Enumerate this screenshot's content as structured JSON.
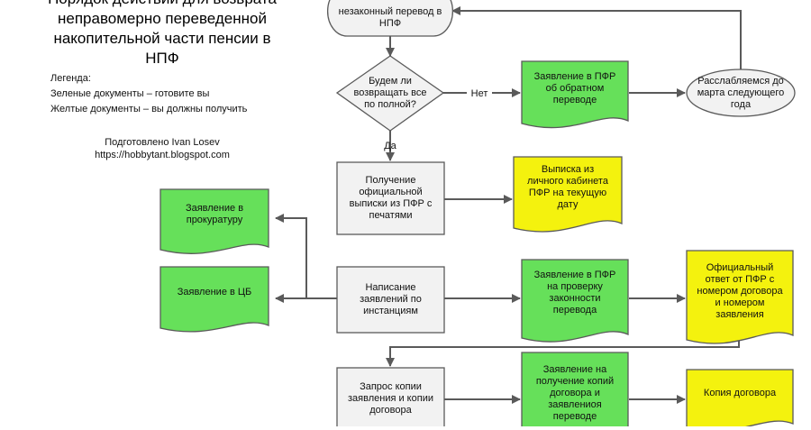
{
  "title": {
    "lines": [
      "Порядок действий для возврата",
      "неправомерно переведенной",
      "накопительной части пенсии в",
      "НПФ"
    ]
  },
  "legend": {
    "heading": "Легенда:",
    "green": "Зеленые документы – готовите вы",
    "yellow": "Желтые документы – вы должны получить"
  },
  "credit": {
    "line1": "Подготовлено Ivan Losev",
    "line2": "https://hobbytant.blogspot.com"
  },
  "colors": {
    "green": "#66e05a",
    "yellow": "#f4f20e",
    "process": "#f2f2f2",
    "terminator": "#f2f2f2",
    "line": "#5a5a5a"
  },
  "nodes": {
    "start": "незаконный перевод в\nНПФ",
    "decision": "Будем ли\nвозвращать все\nпо полной?",
    "doc_pfr_return": "Заявление в ПФР\nоб обратном\nпереводе",
    "relax": "Расслабляемся до\nмарта следующего\nгода",
    "get_statement": "Получение\nофициальной\nвыписки из ПФР с\nпечатями",
    "statement_cabinet": "Выписка из\nличного кабинета\nПФР на текущую\nдату",
    "doc_prosecutor": "Заявление в\nпрокуратуру",
    "doc_cb": "Заявление в ЦБ",
    "write_applications": "Написание\nзаявлений по\nинстанциям",
    "doc_pfr_check": "Заявление в ПФР\nна проверку\nзаконности\nперевода",
    "official_answer": "Официальный\nответ от ПФР с\nномером договора\nи номером\nзаявления",
    "request_copies": "Запрос копии\nзаявления и копии\nдоговора",
    "doc_get_copies": "Заявление на\nполучение копий\nдоговора и\nзаявлениоя\nпереводе",
    "contract_copy": "Копия договора"
  },
  "edges": {
    "no": "Нет",
    "yes": "Да"
  }
}
